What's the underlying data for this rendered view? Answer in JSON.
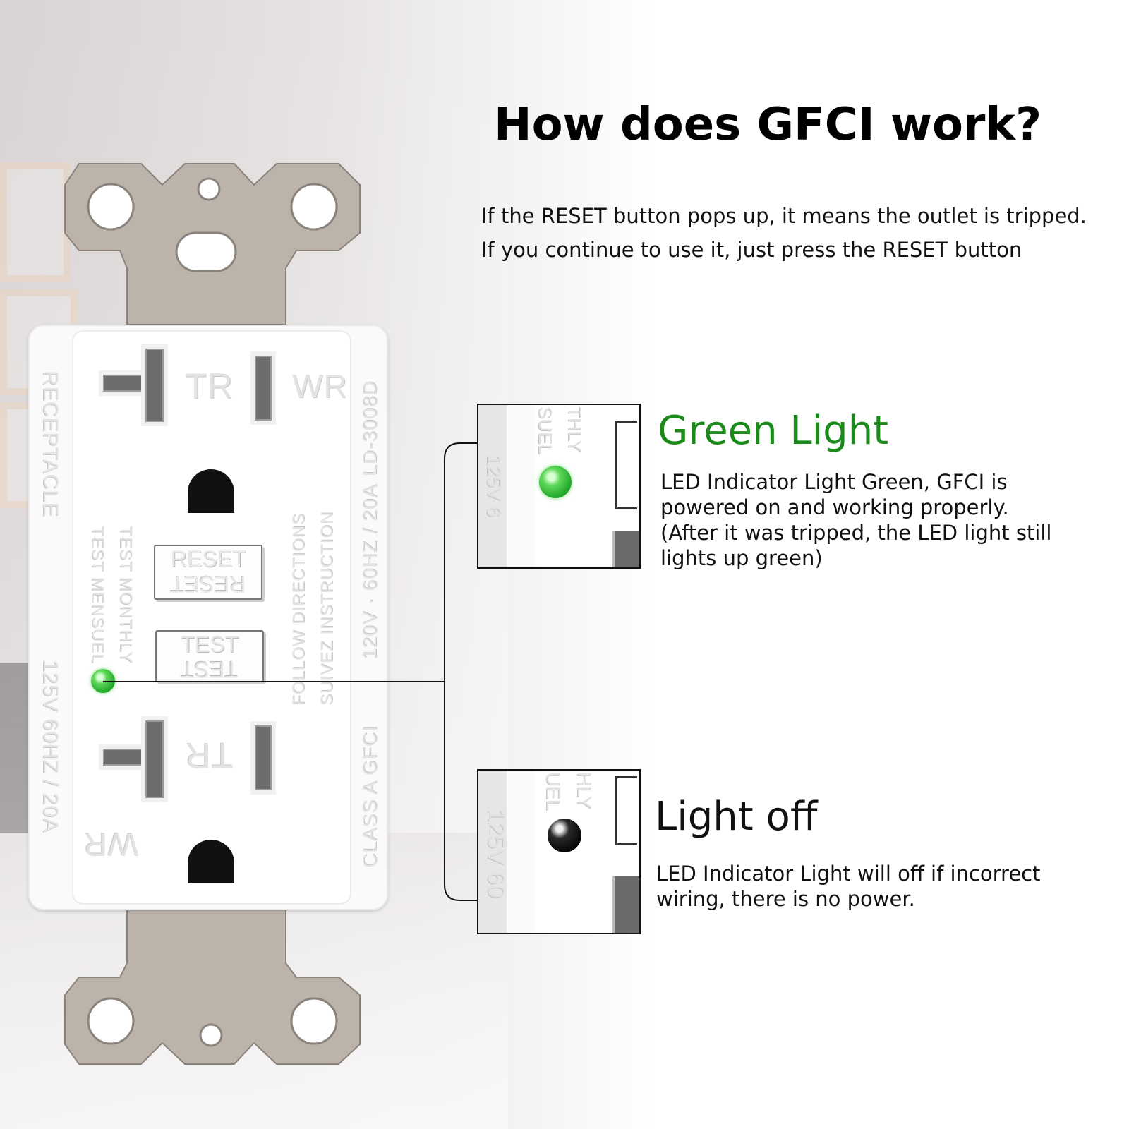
{
  "headline": "How does GFCI work?",
  "intro": {
    "line1": "If the RESET button pops up, it means the outlet is tripped.",
    "line2": "If you continue to use it, just press the RESET button"
  },
  "green_light": {
    "title": "Green Light",
    "title_color": "#1a8a1a",
    "desc_lines": [
      "LED Indicator Light Green, GFCI is",
      "powered on and working properly.",
      "(After it was tripped, the LED light still",
      "lights up green)"
    ]
  },
  "light_off": {
    "title": "Light off",
    "title_color": "#111111",
    "desc_lines": [
      "LED Indicator Light will off if incorrect",
      "wiring, there is no power."
    ]
  },
  "outlet": {
    "upper_left_mark": "TR",
    "upper_right_mark": "WR",
    "lower_left_mark": "TR",
    "lower_right_mark": "WR",
    "reset_label": "RESET",
    "test_label": "TEST",
    "left_edge_top": "RECEPTACLE",
    "left_edge_bottom": "125V   60HZ / 20A",
    "test_monthly": "TEST MONTHLY",
    "test_mensuel": "TEST MENSUEL",
    "follow_directions": "FOLLOW DIRECTIONS",
    "suivez_instruction": "SUIVEZ INSTRUCTION",
    "right_edge_top": "LD-3008D",
    "right_edge_mid": "120V · 60HZ / 20A",
    "right_edge_bottom": "CLASS A GFCI",
    "led_color": "#22a82a"
  },
  "inset_text": {
    "green_a": "125V  6",
    "green_b": "SUEL",
    "green_c": "THLY",
    "off_a": "125V  60",
    "off_b": "UEL",
    "off_c": "HLY"
  }
}
